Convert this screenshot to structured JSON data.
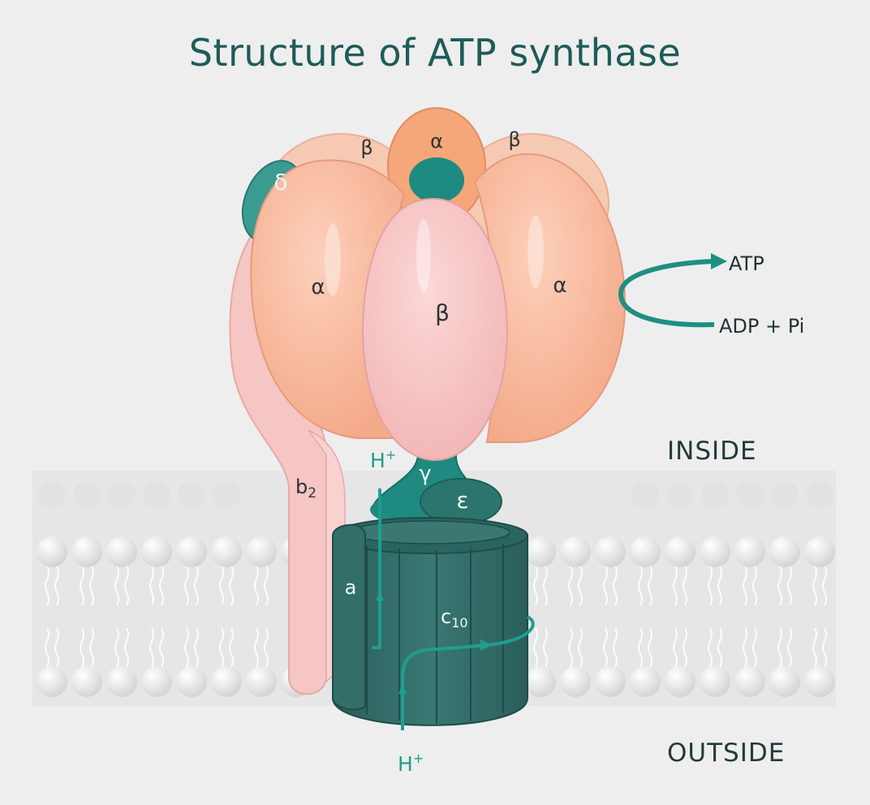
{
  "title": "Structure of ATP synthase",
  "regions": {
    "inside": "INSIDE",
    "outside": "OUTSIDE"
  },
  "reaction": {
    "product": "ATP",
    "substrates": "ADP + Pi"
  },
  "subunits": {
    "alpha_back": "α",
    "beta_back_left": "β",
    "beta_back_right": "β",
    "delta": "δ",
    "alpha_left": "α",
    "beta_front": "β",
    "alpha_right": "α",
    "b2": "b",
    "b2_subscript": "2",
    "gamma": "γ",
    "epsilon": "ε",
    "a": "a",
    "c10": "c",
    "c10_subscript": "10"
  },
  "protons": {
    "top": "H",
    "top_sup": "+",
    "bottom": "H",
    "bottom_sup": "+"
  },
  "colors": {
    "teal": "#2a8a80",
    "teal_dark": "#2c6964",
    "arrow": "#1f9e8e",
    "salmon": "#f8b89c",
    "pink": "#f6c4c3",
    "background": "#eeeeee"
  }
}
